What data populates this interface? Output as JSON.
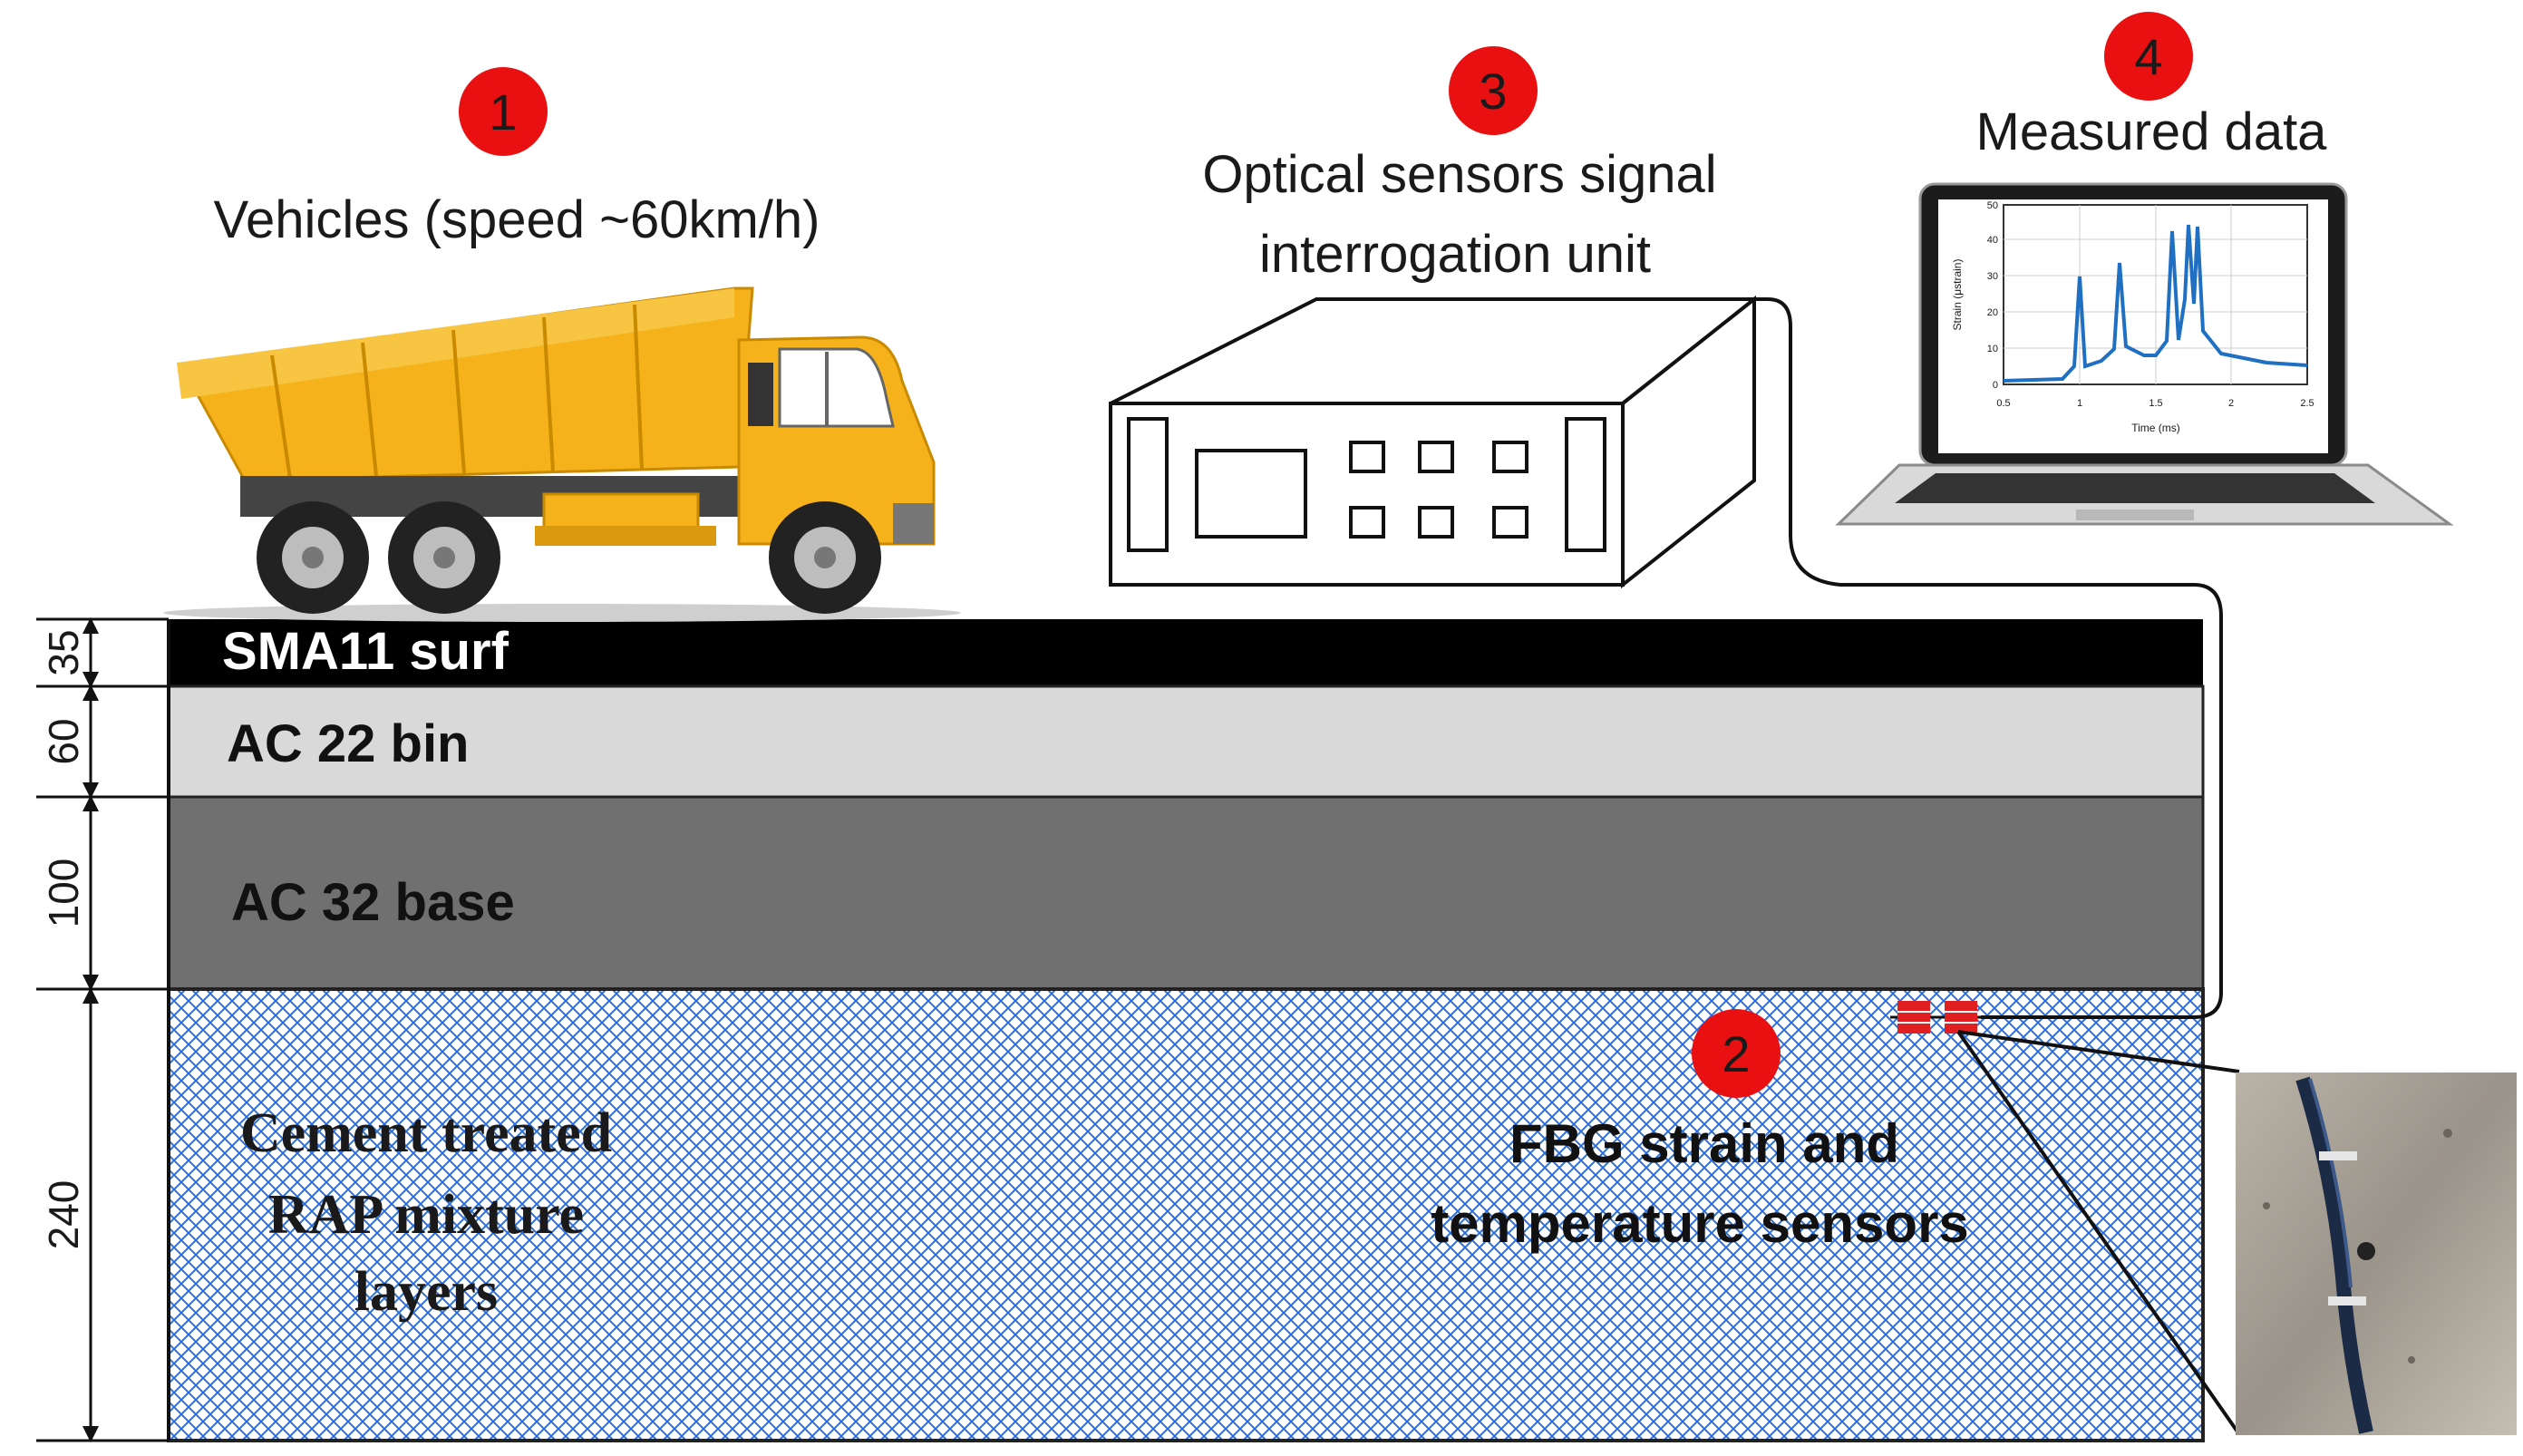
{
  "steps": [
    {
      "number": "1",
      "label": "Vehicles (speed ~60km/h)"
    },
    {
      "number": "2",
      "label_line1": "FBG strain and",
      "label_line2": "temperature sensors"
    },
    {
      "number": "3",
      "label_line1": "Optical sensors signal",
      "label_line2": "interrogation unit"
    },
    {
      "number": "4",
      "label": "Measured data"
    }
  ],
  "layers": [
    {
      "name": "SMA11 surf",
      "thickness": "35",
      "color": "#000000",
      "text_color": "#ffffff"
    },
    {
      "name": "AC 22 bin",
      "thickness": "60",
      "color": "#d9d9d9",
      "text_color": "#111111"
    },
    {
      "name": "AC 32 base",
      "thickness": "100",
      "color": "#707070",
      "text_color": "#111111"
    },
    {
      "name_line1": "Cement treated",
      "name_line2": "RAP mixture",
      "name_line3": "layers",
      "thickness": "240",
      "color": "#2f6fd6",
      "text_color": "#111111"
    }
  ],
  "laptop_chart": {
    "ylabel": "Strain (μstrain)",
    "xlabel": "Time (ms)",
    "x_ticks": [
      "0.5",
      "1",
      "1.5",
      "2",
      "2.5"
    ],
    "y_ticks": [
      "0",
      "10",
      "20",
      "30",
      "40",
      "50"
    ]
  },
  "colors": {
    "badge": "#e81010",
    "truck_body": "#f5b21b",
    "hatch": "#2f6fd6",
    "sensor": "#e02020",
    "trace": "#1f6fc2"
  }
}
